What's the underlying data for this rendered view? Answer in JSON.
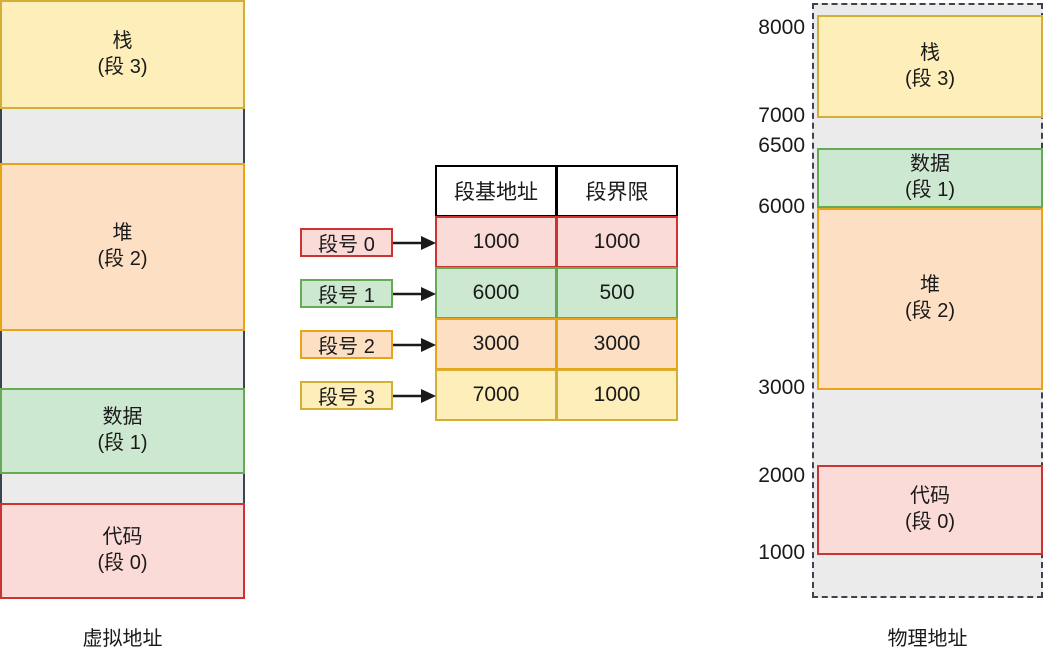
{
  "diagram": {
    "title_left": "虚拟地址",
    "title_right": "物理地址"
  },
  "colors": {
    "code_fill": "#fadbd8",
    "code_stroke": "#cc3333",
    "data_fill": "#cde8d0",
    "data_stroke": "#66aa55",
    "heap_fill": "#fde0c4",
    "heap_stroke": "#e8a317",
    "stack_fill": "#fdeeba",
    "stack_stroke": "#d4af37",
    "gap_fill": "#ebebeb",
    "gap_stroke": "#3d4451",
    "header_stroke": "#000000",
    "arrow": "#1a1a1a"
  },
  "virtual_column": {
    "caption": "虚拟地址",
    "blocks": [
      {
        "name": "stack",
        "line1": "栈",
        "line2": "(段 3)"
      },
      {
        "name": "heap",
        "line1": "堆",
        "line2": "(段 2)"
      },
      {
        "name": "data",
        "line1": "数据",
        "line2": "(段 1)"
      },
      {
        "name": "code",
        "line1": "代码",
        "line2": "(段 0)"
      }
    ]
  },
  "physical_column": {
    "caption": "物理地址",
    "ticks": [
      "8000",
      "7000",
      "6500",
      "6000",
      "3000",
      "2000",
      "1000"
    ],
    "blocks": [
      {
        "name": "stack",
        "line1": "栈",
        "line2": "(段 3)",
        "from": "7000",
        "to": "8000"
      },
      {
        "name": "data",
        "line1": "数据",
        "line2": "(段 1)",
        "from": "6000",
        "to": "6500"
      },
      {
        "name": "heap",
        "line1": "堆",
        "line2": "(段 2)",
        "from": "3000",
        "to": "6000"
      },
      {
        "name": "code",
        "line1": "代码",
        "line2": "(段 0)",
        "from": "1000",
        "to": "2000"
      }
    ]
  },
  "segment_table": {
    "headers": [
      "段基地址",
      "段界限"
    ],
    "rows": [
      {
        "label": "段号 0",
        "base": "1000",
        "limit": "1000"
      },
      {
        "label": "段号 1",
        "base": "6000",
        "limit": "500"
      },
      {
        "label": "段号 2",
        "base": "3000",
        "limit": "3000"
      },
      {
        "label": "段号 3",
        "base": "7000",
        "limit": "1000"
      }
    ]
  },
  "chart_data": {
    "type": "diagram",
    "title": "分段内存管理：虚拟地址到物理地址映射",
    "segments": [
      {
        "id": 0,
        "name": "代码",
        "label": "段号 0",
        "base": 1000,
        "limit": 1000,
        "phys_range": [
          1000,
          2000
        ]
      },
      {
        "id": 1,
        "name": "数据",
        "label": "段号 1",
        "base": 6000,
        "limit": 500,
        "phys_range": [
          6000,
          6500
        ]
      },
      {
        "id": 2,
        "name": "堆",
        "label": "段号 2",
        "base": 3000,
        "limit": 3000,
        "phys_range": [
          3000,
          6000
        ]
      },
      {
        "id": 3,
        "name": "栈",
        "label": "段号 3",
        "base": 7000,
        "limit": 1000,
        "phys_range": [
          7000,
          8000
        ]
      }
    ],
    "physical_axis_ticks": [
      1000,
      2000,
      3000,
      6000,
      6500,
      7000,
      8000
    ]
  }
}
